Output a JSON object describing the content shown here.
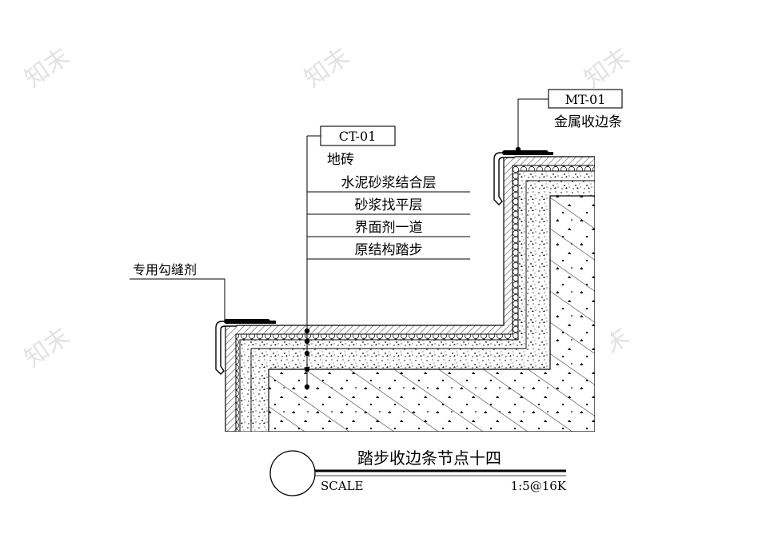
{
  "callouts": {
    "ct_tag": "CT-01",
    "ct_name": "地砖",
    "mt_tag": "MT-01",
    "mt_name": "金属收边条",
    "sealant": "专用勾缝剂"
  },
  "layers": [
    "水泥砂浆结合层",
    "砂浆找平层",
    "界面剂一道",
    "原结构踏步"
  ],
  "title_block": {
    "title": "踏步收边条节点十四",
    "scale_label": "SCALE",
    "scale_value": "1:5@16K"
  },
  "watermark": "知末"
}
